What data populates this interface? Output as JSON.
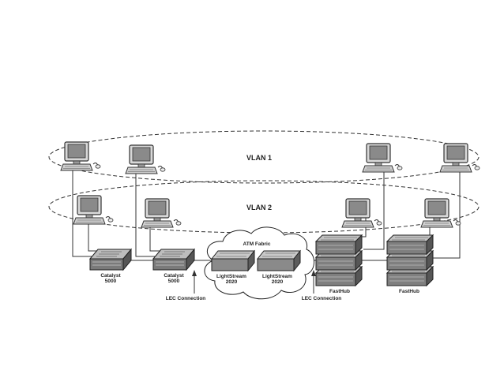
{
  "vlans": [
    {
      "label": "VLAN 1"
    },
    {
      "label": "VLAN 2"
    }
  ],
  "cloud": {
    "label": "ATM Fabric"
  },
  "switches": [
    {
      "label_line1": "Catalyst",
      "label_line2": "5000"
    },
    {
      "label_line1": "Catalyst",
      "label_line2": "5000"
    }
  ],
  "atm_switches": [
    {
      "label_line1": "LightStream",
      "label_line2": "2020"
    },
    {
      "label_line1": "LightStream",
      "label_line2": "2020"
    }
  ],
  "routers": [
    {
      "label": "FastHub"
    },
    {
      "label": "FastHub"
    }
  ],
  "connections": [
    {
      "label": "LEC Connection"
    },
    {
      "label": "LEC Connection"
    }
  ],
  "icons": {
    "workstation": "computer-workstation-icon",
    "switch": "lan-switch-icon",
    "stack": "stacked-hub-icon",
    "cloud": "atm-cloud-icon"
  }
}
